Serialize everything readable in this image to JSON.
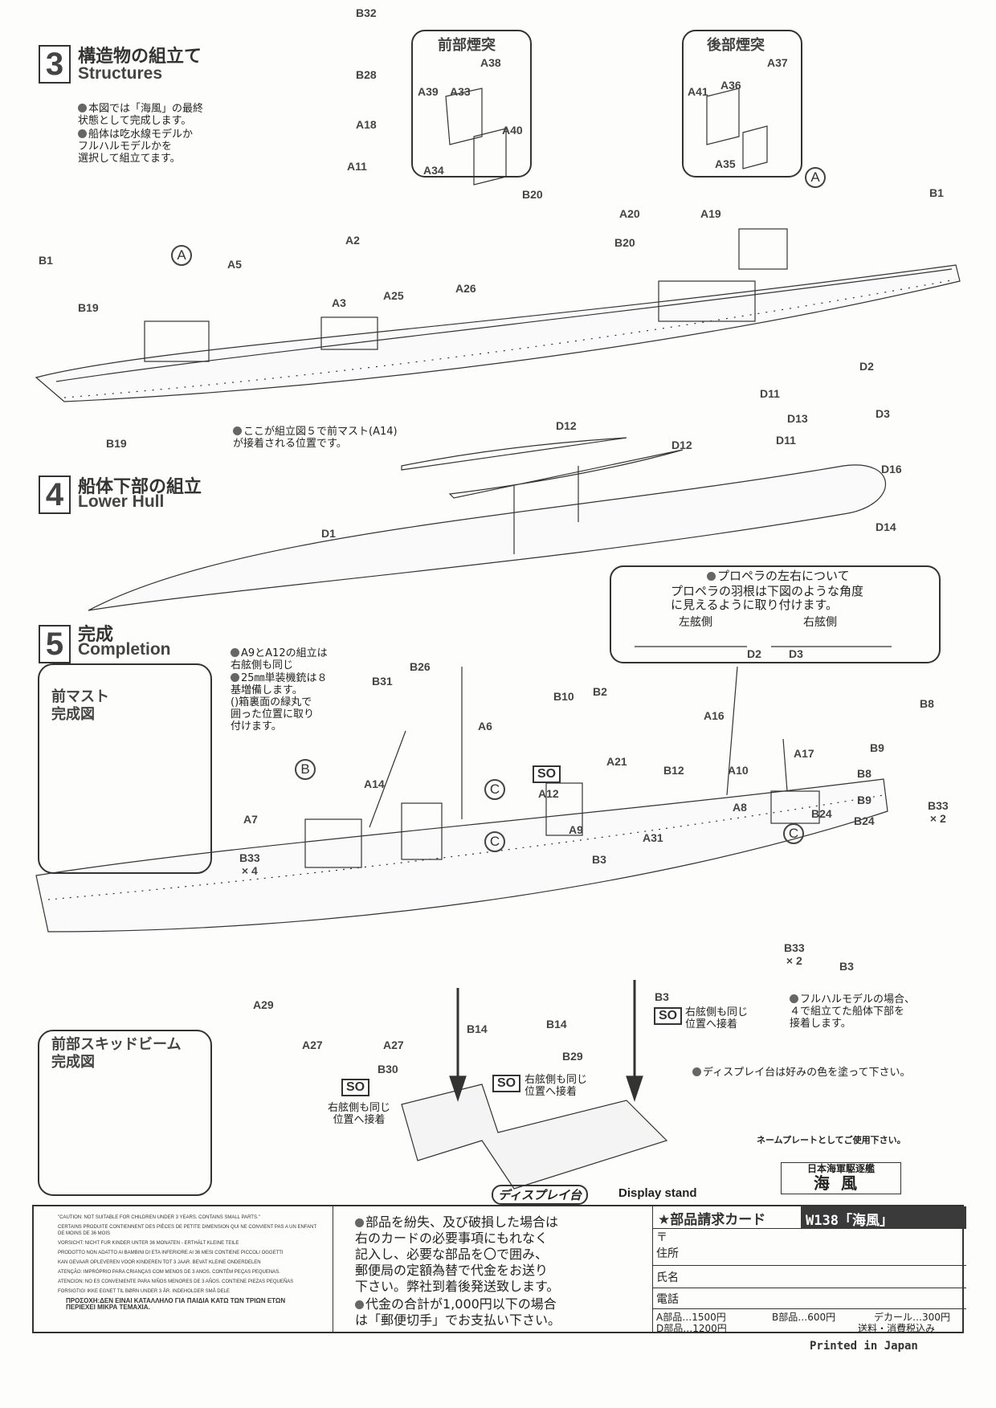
{
  "step3": {
    "number": "3",
    "title_jp": "構造物の組立て",
    "title_en": "Structures",
    "notes": [
      "本図では「海風」の最終\n状態として完成します。",
      "船体は吃水線モデルか\nフルハルモデルかを\n選択して組立てます。"
    ],
    "mast_note": "ここが組立図５で前マスト(A14)\nが接着される位置です。",
    "front_funnel_title": "前部煙突",
    "rear_funnel_title": "後部煙突",
    "parts": [
      "B32",
      "B28",
      "A18",
      "A11",
      "A2",
      "A5",
      "A3",
      "A38",
      "A39",
      "A33",
      "A40",
      "A34",
      "A25",
      "A26",
      "B20",
      "B20",
      "A20",
      "A37",
      "A41",
      "A36",
      "A35",
      "A19",
      "B1",
      "B1",
      "B19",
      "B19"
    ],
    "callout_a": "A"
  },
  "step4": {
    "number": "4",
    "title_jp": "船体下部の組立",
    "title_en": "Lower Hull",
    "parts": [
      "D1",
      "D12",
      "D12",
      "D11",
      "D11",
      "D2",
      "D13",
      "D3",
      "D16",
      "D14"
    ],
    "propeller_note": {
      "title": "プロペラの左右について",
      "body": "プロペラの羽根は下図のような角度\nに見えるように取り付けます。",
      "port_label": "左舷側",
      "starboard_label": "右舷側",
      "port_part": "D2",
      "starboard_part": "D3"
    }
  },
  "step5": {
    "number": "5",
    "title_jp": "完成",
    "title_en": "Completion",
    "foremast_box_title": "前マスト\n完成図",
    "skid_box_title": "前部スキッドビーム\n完成図",
    "notes": [
      "A9とA12の組立は\n右舷側も同じ",
      "25㎜単装機銃は８\n基増備します。\n()箱裏面の緑丸で\n囲った位置に取り\n付けます。"
    ],
    "parts": [
      "B26",
      "B31",
      "A6",
      "A14",
      "B10",
      "B2",
      "A21",
      "A12",
      "A9",
      "B3",
      "A16",
      "A10",
      "A8",
      "B12",
      "A17",
      "A31",
      "B8",
      "B9",
      "B8",
      "B9",
      "B24",
      "B24",
      "B33",
      "A7",
      "A29",
      "A27",
      "A27",
      "B30",
      "B14",
      "B14",
      "B29",
      "B3",
      "B3"
    ],
    "qty_b33_left": "B33\n× 4",
    "qty_b33_right": "B33\n× 2",
    "qty_b33_bottom": "B33\n× 2",
    "callout_b": "B",
    "callout_c": "C",
    "so_label": "SO",
    "so_text": "右舷側も同じ\n位置へ接着",
    "fullhull_note": "フルハルモデルの場合、\n４で組立てた船体下部を\n接着します。",
    "stand_note": "ディスプレイ台は好みの色を塗って下さい。",
    "nameplate_note": "ネームプレートとしてご使用下さい。",
    "nameplate_line1": "日本海軍駆逐艦",
    "nameplate_line2": "海風",
    "stand_label_jp": "ディスプレイ台",
    "stand_label_en": "Display stand"
  },
  "footer": {
    "caution": [
      "\"CAUTION: NOT SUITABLE FOR CHILDREN UNDER 3 YEARS. CONTAINS SMALL PARTS.\"",
      "CERTAINS PRODUITE CONTIENNENT DES PIÈCES DE PETITE DIMENSION QUI NE CONVIENT PAS A UN ENFANT DE MOINS DE 36 MOIS",
      "VORSICHT: NICHT FUR KINDER UNTER 36 MONATEN - ERTHÄLT KLEINE TEILE",
      "PRODOTTO NON ADATTO AI BAMBINI DI ETA INFERIORE AI 36 MESI CONTIENE PICCOLI OGGETTI",
      "KAN GEVAAR OPLEVEREN VOOR KINDEREN TOT 3 JAAR. BEVAT KLEINE ONDERDELEN",
      "ATENÇÃO: IMPRÓPRIO PARA CRIANÇAS COM MENOS DE 3 ANOS. CONTÉM PEÇAS PEQUENAS.",
      "ATENCION: NO ES CONVENIENTE PARA NIÑOS MENORES DE 3 AÑOS. CONTIENE PIEZAS PEQUEÑAS",
      "FORSIGTIG! IKKE EGNET TIL BØRN UNDER 3 ÅR. INDEHOLDER SMÅ DELE"
    ],
    "caution_greek": "ΠΡΟΣΟΧΗ:ΔΕΝ ΕΙΝΑΙ ΚΑΤΑΛΛΗΛΟ ΓΙΑ ΠΑΙΔΙΑ ΚΑΤΩ ΤΩΝ ΤΡΙΩΝ ΕΤΩΝ\nΠΕΡΙΕΧΕΙ ΜΙΚΡΑ ΤΕΜΑΧΙΑ.",
    "parts_notice_1": "部品を紛失、及び破損した場合は\n右のカードの必要事項にもれなく\n記入し、必要な部品を〇で囲み、\n郵便局の定額為替で代金をお送り\n下さい。弊社到着後発送致します。",
    "parts_notice_2": "代金の合計が1,000円以下の場合\nは「郵便切手」でお支払い下さい。",
    "card": {
      "title": "★部品請求カード",
      "model": "W138「海風」",
      "postal_mark": "〒",
      "address_label": "住所",
      "name_label": "氏名",
      "phone_label": "電話",
      "price_a": "A部品…1500円",
      "price_b": "B部品…600円",
      "price_decal": "デカール…300円",
      "price_d": "D部品…1200円",
      "price_note": "送料・消費税込み"
    },
    "printed": "Printed in Japan"
  }
}
